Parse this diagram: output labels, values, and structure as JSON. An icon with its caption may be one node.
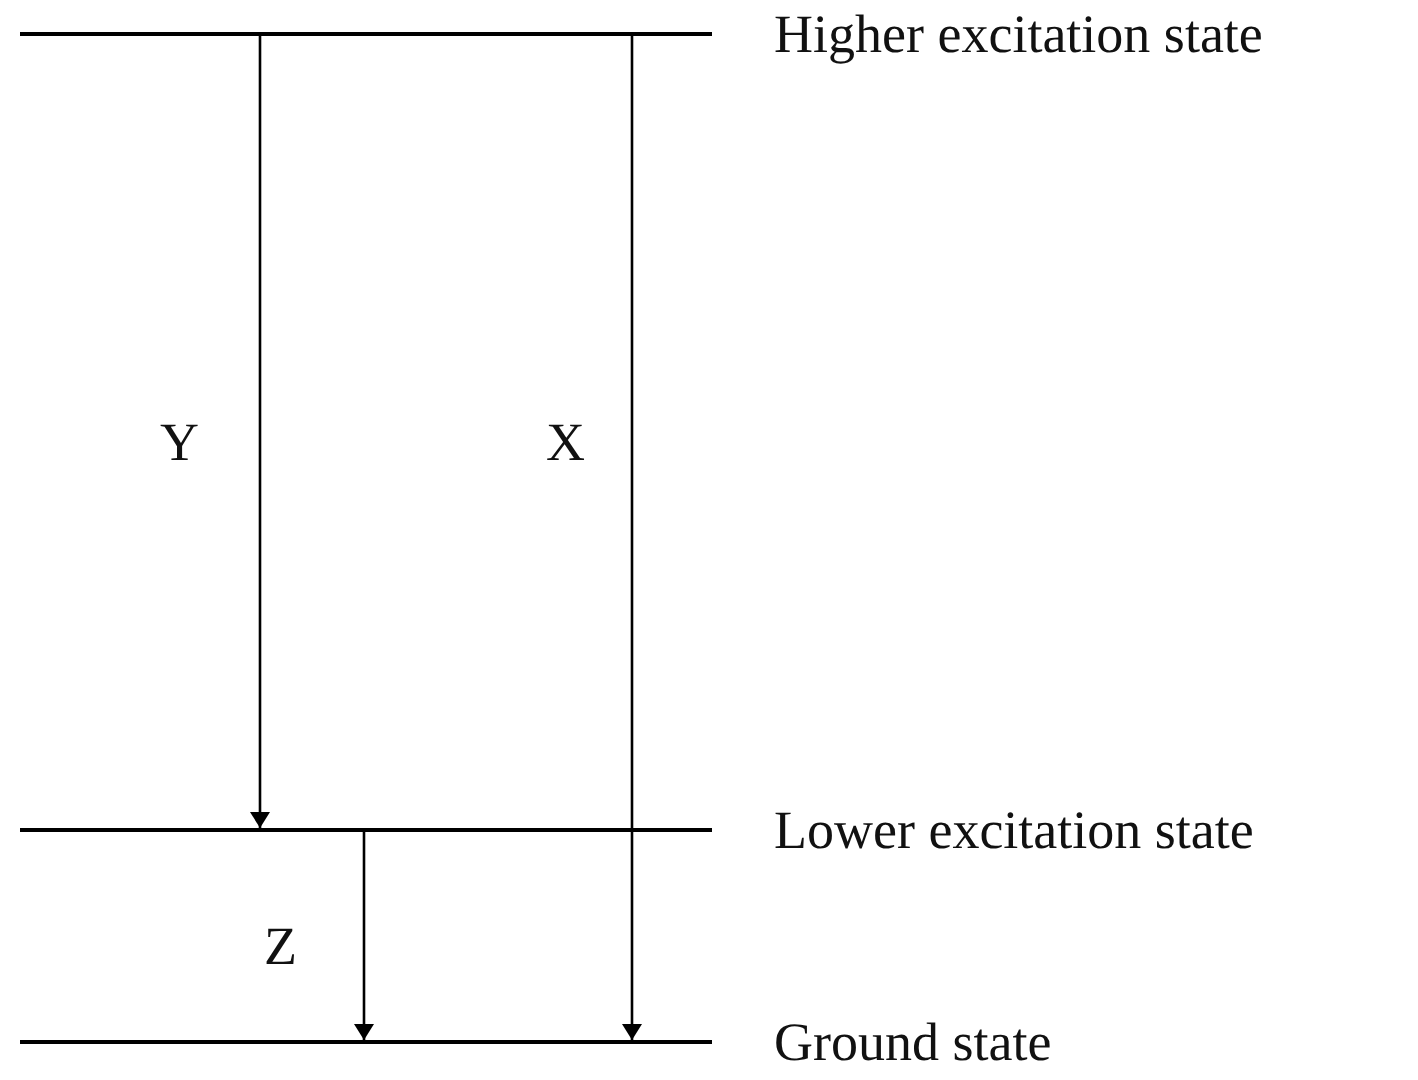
{
  "diagram": {
    "nodes": [
      {
        "text": [],
        "shape": "bar",
        "beside": [
          "Higher excitation state"
        ]
      },
      {
        "text": [],
        "shape": "bar",
        "beside": [
          "Lower excitation state"
        ]
      },
      {
        "text": [],
        "shape": "bar",
        "beside": [
          "Ground state"
        ]
      }
    ],
    "edges": [
      {
        "from": 0,
        "to": 1,
        "arrow": "to",
        "label": "Y"
      },
      {
        "from": 0,
        "to": 2,
        "arrow": "to",
        "label": "X"
      },
      {
        "from": 1,
        "to": 2,
        "arrow": "to",
        "label": "Z"
      }
    ]
  }
}
